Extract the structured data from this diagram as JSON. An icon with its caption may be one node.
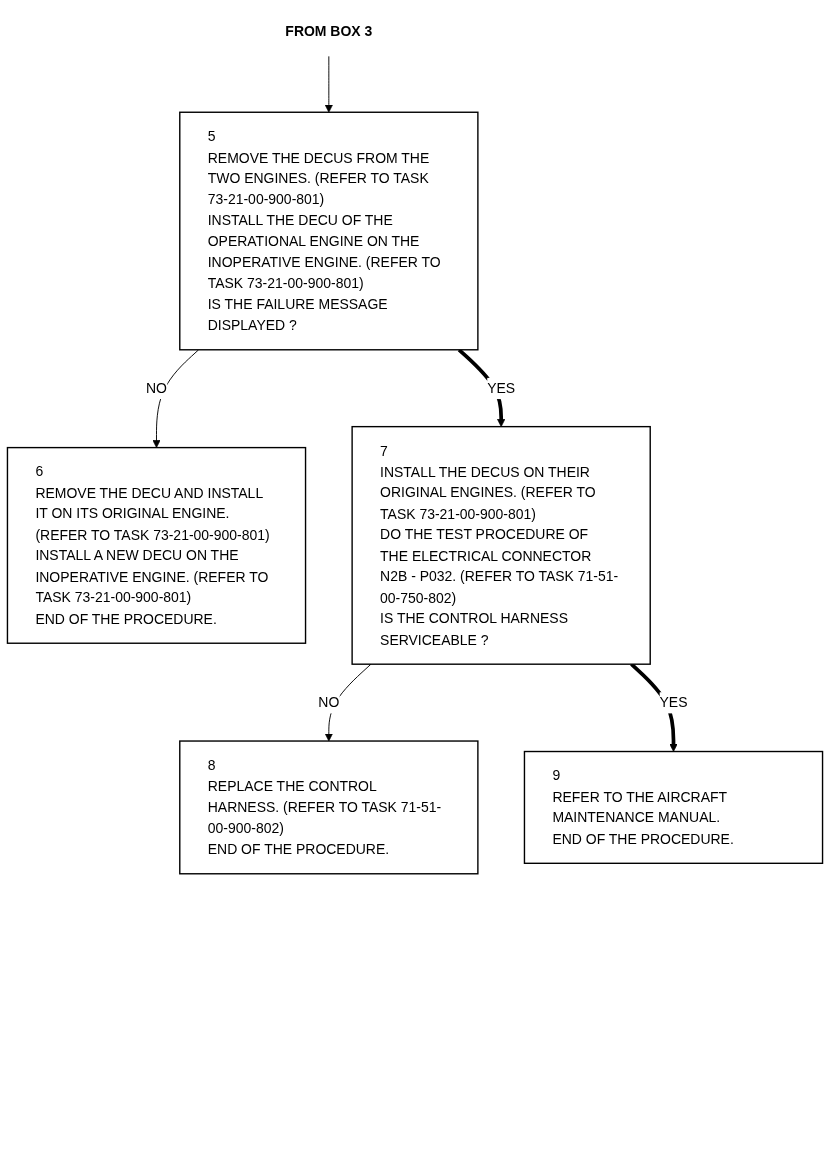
{
  "diagram": {
    "nodes": [
      {
        "text": [
          "FROM BOX 3"
        ]
      },
      {
        "text": [
          "5",
          "REMOVE THE DECUS FROM THE TWO ENGINES. (REFER TO TASK 73-21-00-900-801)",
          "INSTALL THE DECU OF THE OPERATIONAL ENGINE ON THE INOPERATIVE ENGINE. (REFER TO TASK 73-21-00-900-801)",
          "IS THE FAILURE MESSAGE DISPLAYED ?"
        ]
      },
      {
        "text": [
          "6",
          "REMOVE THE DECU AND INSTALL IT ON ITS ORIGINAL ENGINE. (REFER TO TASK 73-21-00-900-801)",
          "INSTALL A NEW DECU ON THE INOPERATIVE ENGINE. (REFER TO TASK 73-21-00-900-801)",
          "END OF THE PROCEDURE."
        ]
      },
      {
        "text": [
          "7",
          "INSTALL THE DECUS ON THEIR ORIGINAL ENGINES. (REFER TO TASK 73-21-00-900-801)",
          "DO THE TEST PROCEDURE OF THE ELECTRICAL CONNECTOR N2B - P032. (REFER TO TASK 71-51-00-750-802)",
          "IS THE CONTROL HARNESS SERVICEABLE ?"
        ]
      },
      {
        "text": [
          "8",
          "REPLACE THE CONTROL HARNESS. (REFER TO TASK 71-51-00-900-802)",
          "END OF THE PROCEDURE."
        ]
      },
      {
        "text": [
          "9",
          "REFER TO THE AIRCRAFT MAINTENANCE MANUAL.",
          "END OF THE PROCEDURE."
        ]
      }
    ],
    "edges": [
      {
        "from": 0,
        "to": 1,
        "arrow": "to"
      },
      {
        "from": 1,
        "to": 2,
        "arrow": "to",
        "label": "NO"
      },
      {
        "from": 1,
        "to": 3,
        "arrow": "to",
        "label": "YES",
        "style": "thick"
      },
      {
        "from": 3,
        "to": 4,
        "arrow": "to",
        "label": "NO"
      },
      {
        "from": 3,
        "to": 5,
        "arrow": "to",
        "label": "YES",
        "style": "thick"
      }
    ]
  }
}
